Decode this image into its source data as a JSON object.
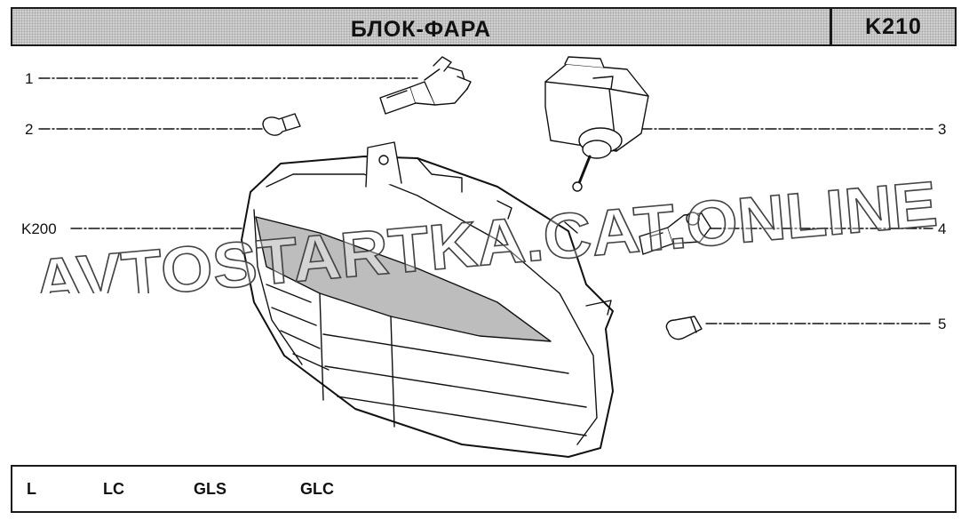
{
  "header": {
    "title": "БЛОК-ФАРА",
    "code": "K210"
  },
  "callouts": {
    "c1": "1",
    "c2": "2",
    "c3": "3",
    "c4": "4",
    "c5": "5",
    "k200": "K200"
  },
  "footer": {
    "versions": [
      "L",
      "LC",
      "GLS",
      "GLC"
    ]
  },
  "watermark": {
    "text": "AVTOSTARTKA.CAT.ONLINE"
  }
}
